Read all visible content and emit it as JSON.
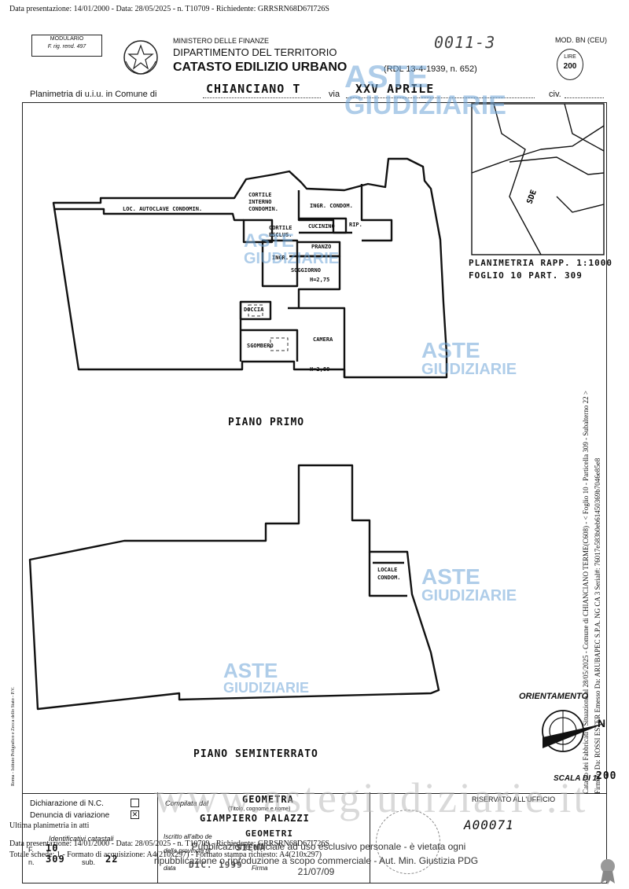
{
  "header_line": "Data presentazione: 14/01/2000 - Data: 28/05/2025 - n. T10709 - Richiedente: GRRSRN68D67I726S",
  "modulario": {
    "line1": "MODULARIO",
    "line2": "F. rig. rend. 497"
  },
  "ministry": "MINISTERO DELLE FINANZE",
  "department": "DIPARTIMENTO DEL TERRITORIO",
  "catasto_title": "CATASTO EDILIZIO URBANO",
  "catasto_ref": "(RDL 13-4-1939, n. 652)",
  "mod": "MOD. BN (CEU)",
  "stamp_number": "0011-3",
  "lire": {
    "label": "LIRE",
    "value": "200"
  },
  "planimetria_label": "Planimetria di u.i.u. in Comune di",
  "comune": "CHIANCIANO T",
  "via_label": "via",
  "via_value": "XXV APRILE",
  "civ_label": "civ.",
  "plan_labels": {
    "autoclave": "LOC. AUTOCLAVE CONDOMIN.",
    "cortile_interno": "CORTILE INTERNO CONDOMIN.",
    "ingr_condom": "INGR. CONDOM.",
    "cortile_esclus": "CORTILE ESCLUS.",
    "cucinino": "CUCININO",
    "rip": "RIP.",
    "pranzo": "PRANZO",
    "ingr": "INGR.",
    "soggiorno": "SOGGIORNO",
    "h275": "H=2,75",
    "doccia": "DOCCIA",
    "sgombero": "SGOMBERO",
    "camera": "CAMERA",
    "h280": "H=2,80",
    "locale_condom": "LOCALE CONDOM.",
    "sde": "SDE"
  },
  "planimetria_rapp": "PLANIMETRIA RAPP. 1:1000",
  "foglio": "FOGLIO 10 PART. 309",
  "piano_primo": "PIANO PRIMO",
  "piano_seminterrato": "PIANO SEMINTERRATO",
  "orientamento": "ORIENTAMENTO",
  "north": "N",
  "scala_label": "SCALA DI 1:",
  "scala_value": "200",
  "watermark_small": {
    "line1": "ASTE",
    "line2": "GIUDIZIARIE"
  },
  "watermark_big": "www.astegiudiziarie.it",
  "side_text_1": "Catasto dei Fabbricati - Situazione al 28/05/2025 - Comune di CHIANCIANO TERME(C608) - < Foglio 10 - Particella 309 - Subalterno 22 >",
  "side_text_2": "Firmato Da: ROSSI ESTER Emesso Da: ARUBAPEC S.P.A. NG CA 3 Serial#: 76017e583b0eb61450369b7046e85e8",
  "side_text_3": "Ultima planimetria in atti",
  "bottom": {
    "dichiarazione": "Dichiarazione di N.C.",
    "denuncia": "Denuncia di variazione",
    "identificativi": "Identificativi catastali",
    "f_label": "F.",
    "f_value": "10",
    "n_label": "n.",
    "n_value": "309",
    "sub_label": "sub.",
    "sub_value": "22",
    "compilata": "Compilata dal",
    "compilata_value": "GEOMETRA",
    "titolo_note": "(Titolo, cognome e nome)",
    "nome": "GIAMPIERO PALAZZI",
    "iscritto": "Iscritto all'albo de",
    "albo_value": "GEOMETRI",
    "provincia": "della provincia di",
    "provincia_value": "SIENA",
    "data_label": "data",
    "data_value": "DIC. 1999",
    "firma_label": "Firma",
    "riservato": "RISERVATO ALL'UFFICIO",
    "protocol": "A00071"
  },
  "footer_lines": [
    "Ultima planimetria in atti",
    "Data presentazione: 14/01/2000 - Data: 28/05/2025 - n. T10709 - Richiedente: GRRSRN68D67I726S",
    "Totale schede: 1 - Formato di acquisizione: A4(210x297) - Formato stampa richiesto: A4(210x297)"
  ],
  "disclaimer": [
    "Pubblicazione ufficiale ad uso esclusivo personale - è vietata ogni",
    "ripubblicazione o riproduzione a scopo commerciale - Aut. Min. Giustizia PDG 21/07/09"
  ],
  "printer_note": "Roma - Istituto Poligrafico e Zecca dello Stato - P.V."
}
